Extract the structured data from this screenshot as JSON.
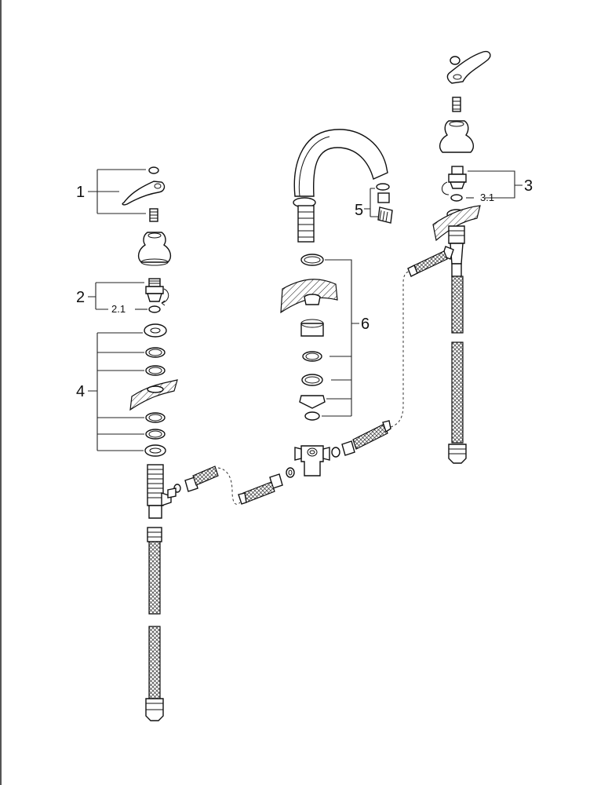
{
  "diagram": {
    "type": "exploded-parts-view",
    "callouts": {
      "c1": "1",
      "c2": "2",
      "c2_1": "2.1",
      "c3": "3",
      "c3_1": "3.1",
      "c4": "4",
      "c5": "5",
      "c6": "6"
    }
  },
  "icons": [
    "lever-handle-icon",
    "spout-icon",
    "o-ring-icon",
    "braided-hose-icon",
    "valve-cartridge-icon",
    "tee-connector-icon"
  ]
}
